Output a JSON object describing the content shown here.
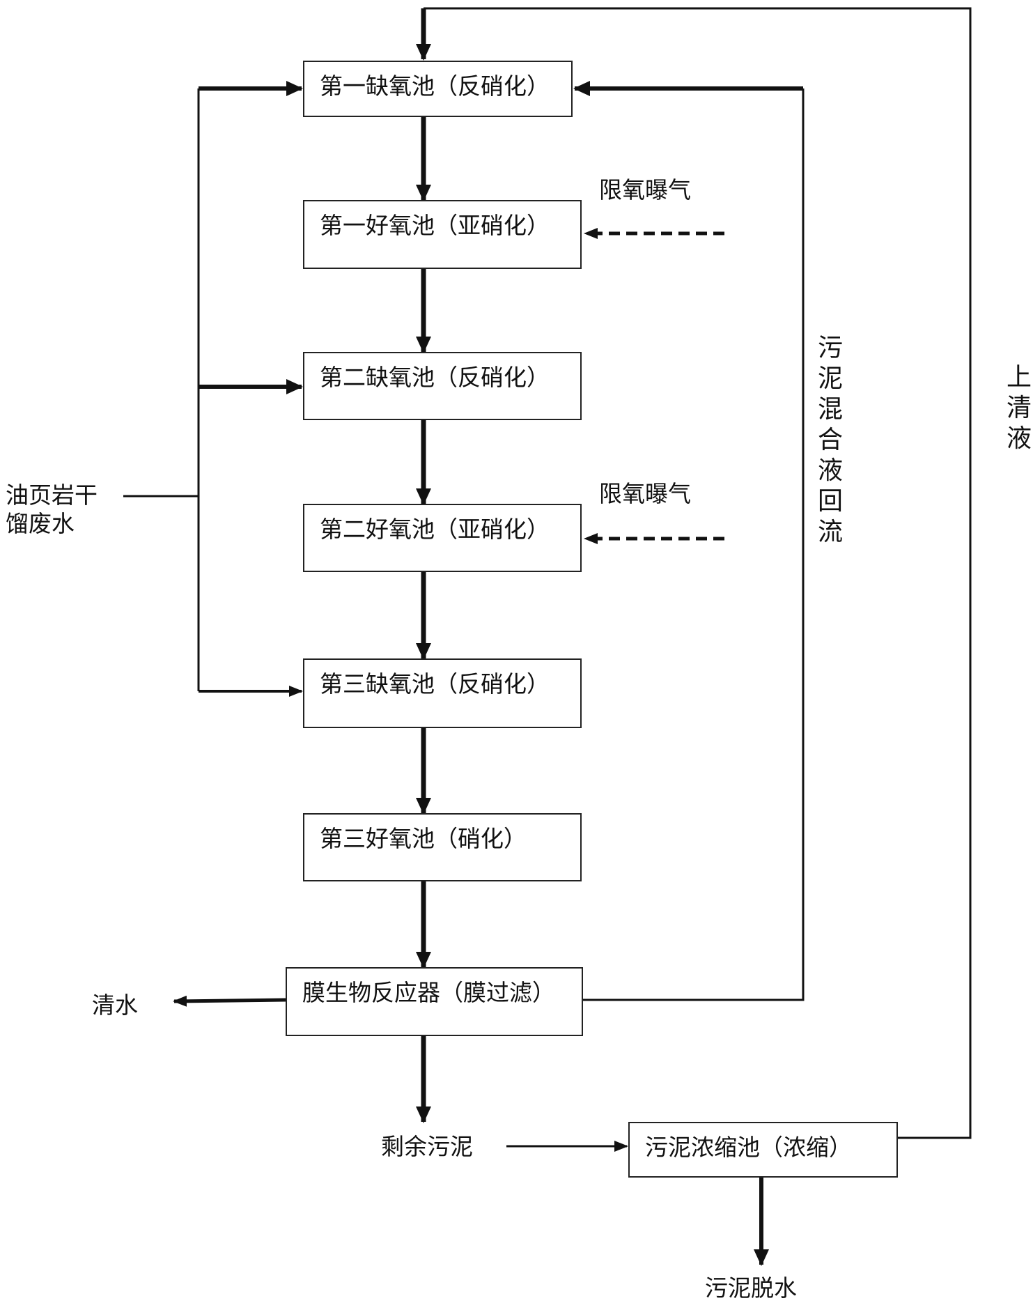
{
  "tanks": [
    "第一缺氧池（反硝化）",
    "第一好氧池（亚硝化）",
    "第二缺氧池（反硝化）",
    "第二好氧池（亚硝化）",
    "第三缺氧池（反硝化）",
    "第三好氧池（硝化）"
  ],
  "mbr": "膜生物反应器（膜过滤）",
  "thickener": "污泥浓缩池（浓缩）",
  "influent": {
    "line1": "油页岩干",
    "line2": "馏废水"
  },
  "aeration": [
    "限氧曝气",
    "限氧曝气"
  ],
  "mixed_liquor_return": "污泥混合液回流",
  "supernatant": "上清液",
  "clean_water": "清水",
  "excess_sludge": "剩余污泥",
  "sludge_dewatering": "污泥脱水"
}
